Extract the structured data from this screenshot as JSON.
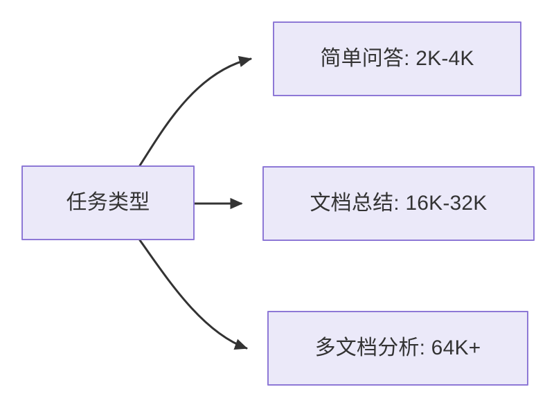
{
  "diagram": {
    "type": "flowchart",
    "direction": "left-to-right",
    "background_color": "#ffffff",
    "node_fill_color": "#ebe9f9",
    "node_border_color": "#8d78d6",
    "node_text_color": "#333333",
    "edge_color": "#333333",
    "nodes": [
      {
        "id": "source",
        "label": "任务类型",
        "role": "root"
      },
      {
        "id": "simple-qa",
        "label": "简单问答: 2K-4K",
        "role": "leaf"
      },
      {
        "id": "doc-summary",
        "label": "文档总结: 16K-32K",
        "role": "leaf"
      },
      {
        "id": "multidoc",
        "label": "多文档分析: 64K+",
        "role": "leaf"
      }
    ],
    "edges": [
      {
        "id": "edge-source-simple-qa",
        "from": "source",
        "to": "simple-qa",
        "label": "",
        "style": "curved-arrow"
      },
      {
        "id": "edge-source-doc-summary",
        "from": "source",
        "to": "doc-summary",
        "label": "",
        "style": "straight-arrow"
      },
      {
        "id": "edge-source-multidoc",
        "from": "source",
        "to": "multidoc",
        "label": "",
        "style": "curved-arrow"
      }
    ]
  }
}
